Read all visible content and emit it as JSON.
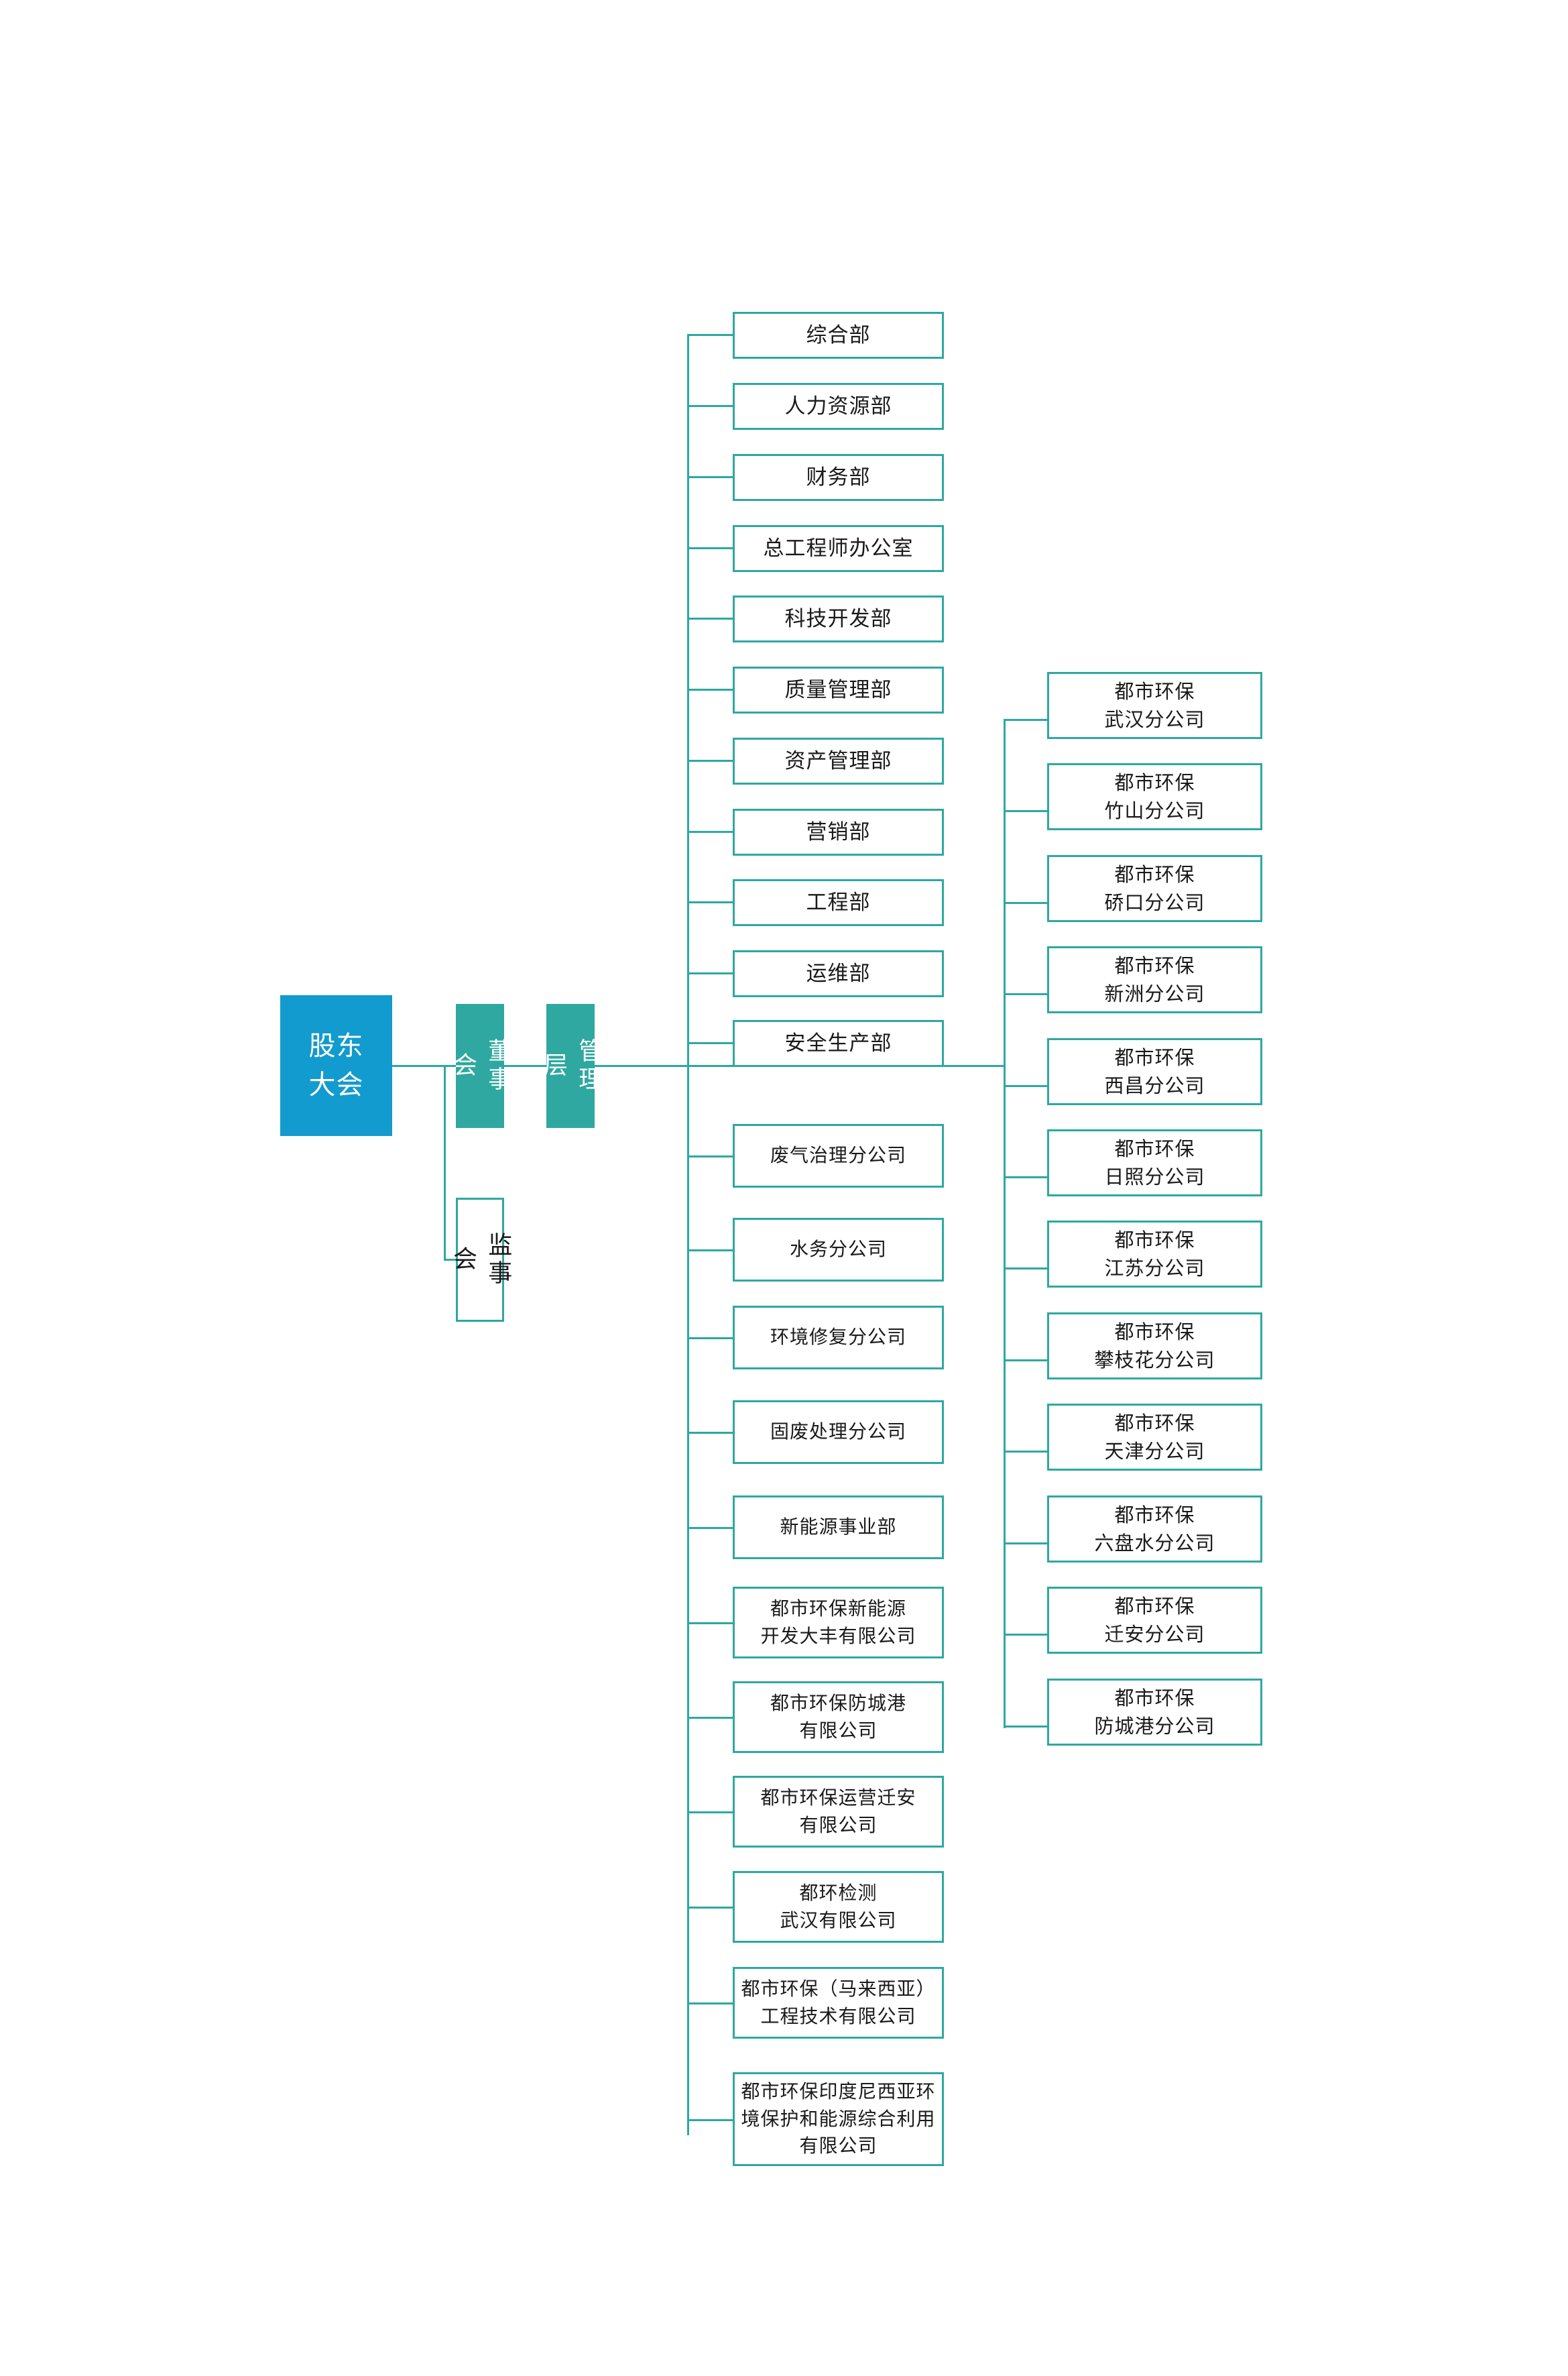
{
  "colors": {
    "accent_blue": "#129bce",
    "accent_teal": "#2ea8a0",
    "line": "#2ea8a0",
    "box_fill": "#ffffff",
    "text": "#1a1a1a",
    "text_inverse": "#ffffff"
  },
  "diagram": {
    "type": "organization-chart",
    "orientation": "left-to-right"
  },
  "root": {
    "shareholders_meeting": "股东\n大会",
    "board_of_directors": "董事\n会",
    "management": "管理\n层",
    "board_of_supervisors": "监事\n会"
  },
  "departments": [
    {
      "label": "综合部"
    },
    {
      "label": "人力资源部"
    },
    {
      "label": "财务部"
    },
    {
      "label": "总工程师办公室"
    },
    {
      "label": "科技开发部"
    },
    {
      "label": "质量管理部"
    },
    {
      "label": "资产管理部"
    },
    {
      "label": "营销部"
    },
    {
      "label": "工程部"
    },
    {
      "label": "运维部"
    },
    {
      "label": "安全生产部"
    }
  ],
  "divisions": [
    {
      "label": "废气治理分公司"
    },
    {
      "label": "水务分公司"
    },
    {
      "label": "环境修复分公司"
    },
    {
      "label": "固废处理分公司"
    },
    {
      "label": "新能源事业部"
    },
    {
      "label": "都市环保新能源\n开发大丰有限公司"
    },
    {
      "label": "都市环保防城港\n有限公司"
    },
    {
      "label": "都市环保运营迁安\n有限公司"
    },
    {
      "label": "都环检测\n武汉有限公司"
    },
    {
      "label": "都市环保（马来西亚）\n工程技术有限公司"
    },
    {
      "label": "都市环保印度尼西亚环\n境保护和能源综合利用\n有限公司"
    }
  ],
  "branches": [
    {
      "label": "都市环保\n武汉分公司"
    },
    {
      "label": "都市环保\n竹山分公司"
    },
    {
      "label": "都市环保\n硚口分公司"
    },
    {
      "label": "都市环保\n新洲分公司"
    },
    {
      "label": "都市环保\n西昌分公司"
    },
    {
      "label": "都市环保\n日照分公司"
    },
    {
      "label": "都市环保\n江苏分公司"
    },
    {
      "label": "都市环保\n攀枝花分公司"
    },
    {
      "label": "都市环保\n天津分公司"
    },
    {
      "label": "都市环保\n六盘水分公司"
    },
    {
      "label": "都市环保\n迁安分公司"
    },
    {
      "label": "都市环保\n防城港分公司"
    }
  ]
}
